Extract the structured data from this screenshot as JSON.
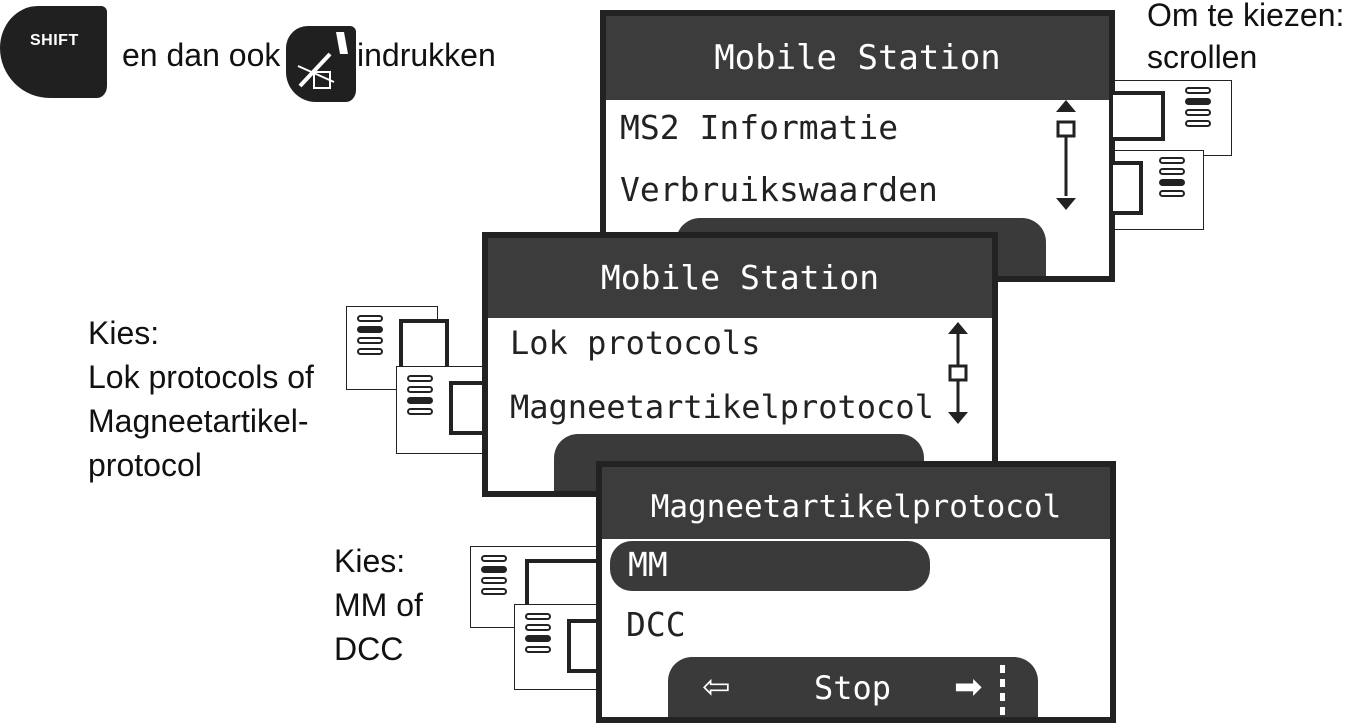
{
  "instruction": {
    "shift_key": "SHIFT",
    "text_middle": "en dan ook",
    "text_end": "indrukken"
  },
  "hint_scroll": [
    "Om te kiezen:",
    "scrollen"
  ],
  "hint_choose_protocol": [
    "Kies:",
    "Lok protocols of",
    "Magneetartikel-",
    "protocol"
  ],
  "hint_choose_mm_dcc": [
    "Kies:",
    "MM of",
    "DCC"
  ],
  "screen1": {
    "title": "Mobile Station",
    "items": [
      "MS2 Informatie",
      "Verbruikswaarden"
    ]
  },
  "screen2": {
    "title": "Mobile Station",
    "items": [
      "Lok protocols",
      "Magneetartikelprotocol"
    ]
  },
  "screen3": {
    "title": "Magneetartikelprotocol",
    "items": [
      "MM",
      "DCC"
    ],
    "selected": "MM",
    "softbar": {
      "left_icon": "⇦",
      "center": "Stop",
      "right_icon": "➡"
    }
  },
  "colors": {
    "screen_bar": "#3c3c3c",
    "ink": "#222222"
  }
}
